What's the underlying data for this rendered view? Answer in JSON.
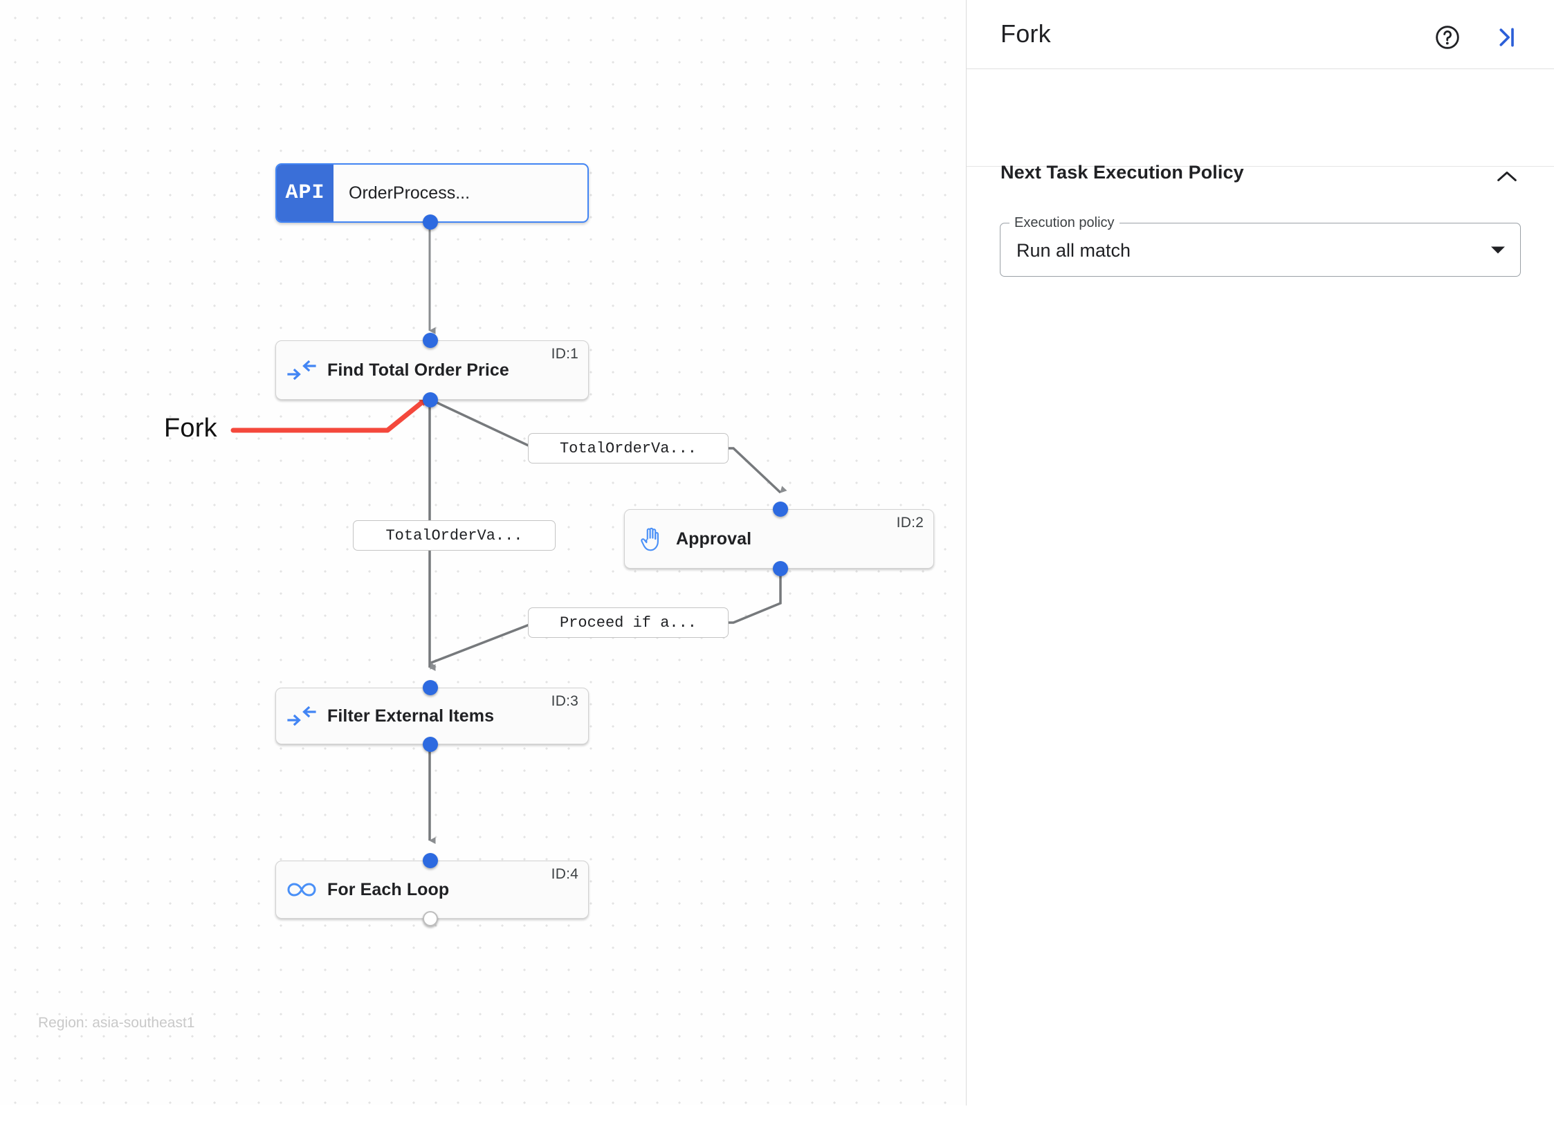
{
  "canvas": {
    "region_label": "Region: asia-southeast1",
    "annotation": {
      "text": "Fork",
      "color": "#f4483c"
    },
    "nodes": [
      {
        "id": "api",
        "title": "OrderProcess...",
        "badge": "API",
        "icon": "api-badge-icon",
        "id_label": "",
        "selected": true
      },
      {
        "id": "task1",
        "title": "Find Total Order Price",
        "id_label": "ID:1",
        "icon": "converging-arrows-icon",
        "selected": false
      },
      {
        "id": "task2",
        "title": "Approval",
        "id_label": "ID:2",
        "icon": "hand-raised-icon",
        "selected": false
      },
      {
        "id": "task3",
        "title": "Filter External Items",
        "id_label": "ID:3",
        "icon": "converging-arrows-icon",
        "selected": false
      },
      {
        "id": "task4",
        "title": "For Each Loop",
        "id_label": "ID:4",
        "icon": "infinity-loop-icon",
        "selected": false
      }
    ],
    "edge_labels": [
      {
        "id": "edge-label-1",
        "text": "TotalOrderVa..."
      },
      {
        "id": "edge-label-2",
        "text": "TotalOrderVa..."
      },
      {
        "id": "edge-label-3",
        "text": "Proceed if a..."
      }
    ]
  },
  "panel": {
    "title": "Fork",
    "help_icon": "help-circle-icon",
    "collapse_icon": "collapse-panel-icon",
    "policy": {
      "section_title": "Next Task Execution Policy",
      "section_collapse_icon": "chevron-up-icon",
      "field_label": "Execution policy",
      "field_value": "Run all match",
      "dropdown_icon": "triangle-down-icon"
    }
  },
  "colors": {
    "accent_blue": "#2d6ae0",
    "api_block": "#3a6fd8",
    "annotation_red": "#f4483c",
    "edge_gray": "#76797c"
  }
}
